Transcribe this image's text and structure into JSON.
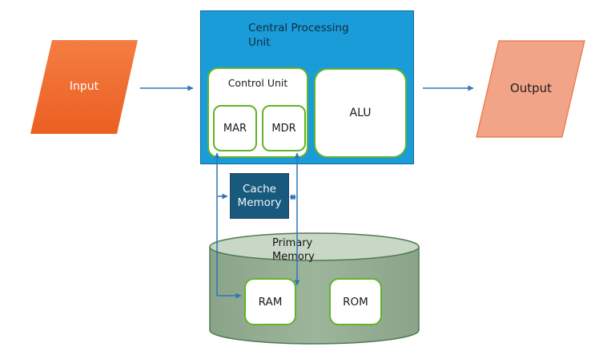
{
  "diagram": {
    "type": "computer-architecture-block-diagram",
    "nodes": {
      "input": {
        "label": "Input",
        "shape": "parallelogram"
      },
      "cpu": {
        "label": "Central Processing Unit",
        "shape": "rectangle"
      },
      "control_unit": {
        "label": "Control Unit",
        "shape": "rounded-rectangle"
      },
      "mar": {
        "label": "MAR",
        "shape": "rounded-rectangle"
      },
      "mdr": {
        "label": "MDR",
        "shape": "rounded-rectangle"
      },
      "alu": {
        "label": "ALU",
        "shape": "rounded-rectangle"
      },
      "cache": {
        "label": "Cache Memory",
        "shape": "rectangle"
      },
      "primary_memory": {
        "label": "Primary Memory",
        "shape": "cylinder"
      },
      "ram": {
        "label": "RAM",
        "shape": "rounded-rectangle"
      },
      "rom": {
        "label": "ROM",
        "shape": "rounded-rectangle"
      },
      "output": {
        "label": "Output",
        "shape": "parallelogram"
      }
    },
    "connections": [
      {
        "from": "input",
        "to": "cpu",
        "arrow": "single"
      },
      {
        "from": "cpu",
        "to": "output",
        "arrow": "single"
      },
      {
        "from": "ram",
        "to": "mar",
        "arrow": "single",
        "via": "left-bus-line"
      },
      {
        "from": "left-bus-line",
        "to": "cache",
        "arrow": "single"
      },
      {
        "from": "mdr",
        "to": "ram",
        "arrow": "double-ended",
        "via": "right-bus-line"
      },
      {
        "from": "cache",
        "to": "right-bus-line",
        "arrow": "double-ended"
      }
    ],
    "colors": {
      "cpu_fill": "#1a9cd8",
      "cpu_border": "#1566a0",
      "green_border": "#63b32a",
      "input_fill_top": "#f57d42",
      "input_fill_bottom": "#eb5f22",
      "output_fill": "#f2a488",
      "output_border": "#e8743c",
      "cache_fill": "#175a7d",
      "cylinder_body": "#96ae94",
      "cylinder_top": "#c9d8c6",
      "cylinder_border": "#4e7b50",
      "arrow": "#2e75b6"
    }
  }
}
